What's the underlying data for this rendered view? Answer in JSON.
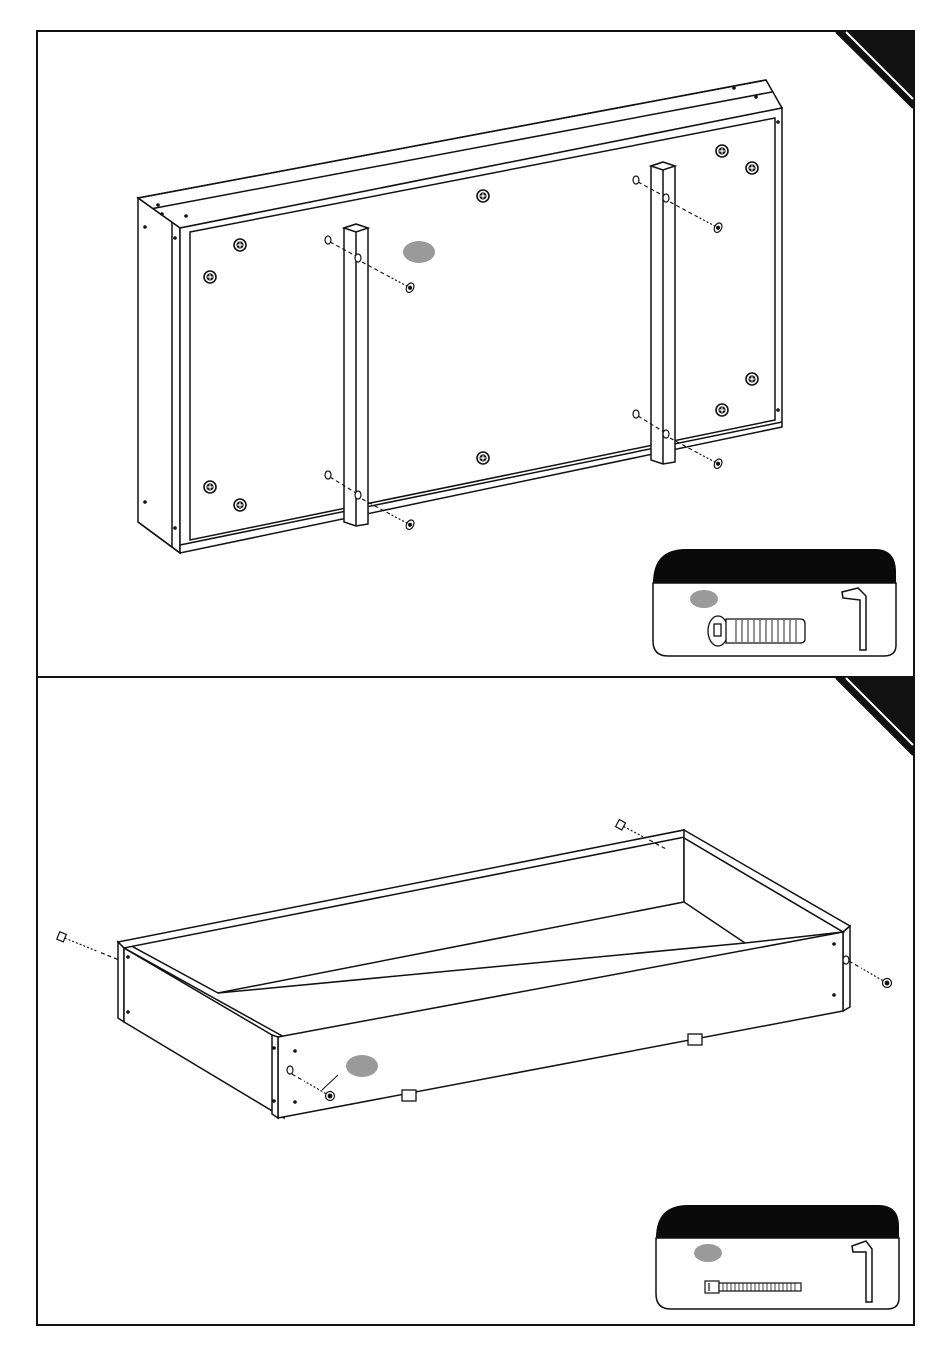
{
  "document": {
    "steps": [
      {
        "panel": "upper",
        "part_callouts": [
          {
            "id": "part-callout-a",
            "label": ""
          }
        ],
        "hardware_box": {
          "header": "",
          "items": [
            {
              "icon": "bolt-icon",
              "quantity": ""
            },
            {
              "icon": "allen-key-icon"
            }
          ]
        }
      },
      {
        "panel": "lower",
        "part_callouts": [
          {
            "id": "part-callout-b",
            "label": ""
          }
        ],
        "hardware_box": {
          "header": "",
          "items": [
            {
              "icon": "long-screw-icon",
              "quantity": ""
            },
            {
              "icon": "allen-key-icon"
            }
          ]
        }
      }
    ],
    "colors": {
      "line": "#111111",
      "callout_fill": "#9a9a9a",
      "header_fill": "#0a0a0a",
      "paper": "#ffffff"
    }
  }
}
